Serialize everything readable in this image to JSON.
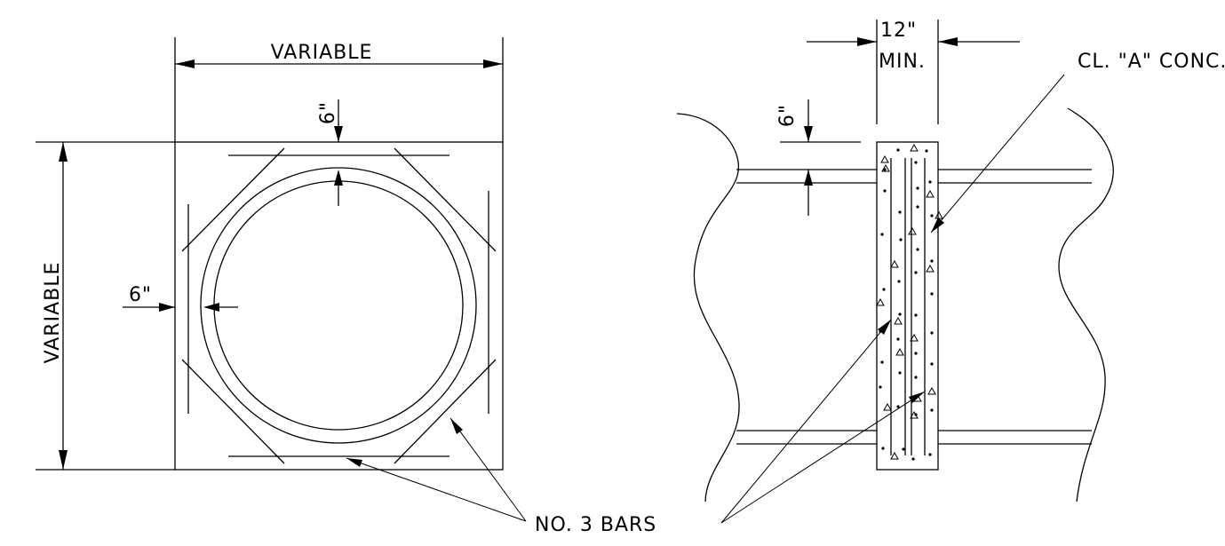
{
  "labels": {
    "width_dim": "VARIABLE",
    "height_dim": "VARIABLE",
    "top_cover": "6\"",
    "side_cover": "6\"",
    "rebar_callout": "NO. 3 BARS",
    "collar_width_value": "12\"",
    "collar_width_note": "MIN.",
    "collar_cover": "6\"",
    "concrete_callout": "CL. \"A\" CONC."
  },
  "colors": {
    "ink": "#000000",
    "paper": "#ffffff"
  }
}
